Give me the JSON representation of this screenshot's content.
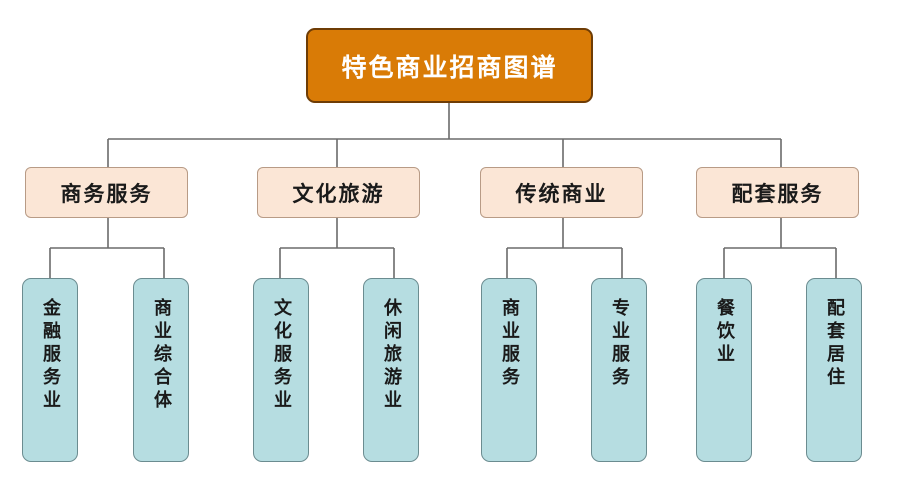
{
  "diagram": {
    "root": {
      "label": "特色商业招商图谱"
    },
    "categories": [
      {
        "label": "商务服务",
        "children": [
          {
            "label": "金融服务业"
          },
          {
            "label": "商业综合体"
          }
        ]
      },
      {
        "label": "文化旅游",
        "children": [
          {
            "label": "文化服务业"
          },
          {
            "label": "休闲旅游业"
          }
        ]
      },
      {
        "label": "传统商业",
        "children": [
          {
            "label": "商业服务"
          },
          {
            "label": "专业服务"
          }
        ]
      },
      {
        "label": "配套服务",
        "children": [
          {
            "label": "餐饮业"
          },
          {
            "label": "配套居住"
          }
        ]
      }
    ]
  },
  "colors": {
    "root_fill": "#d97b06",
    "root_border": "#6e3c05",
    "root_text": "#ffffff",
    "category_fill": "#fbe6d6",
    "leaf_fill": "#b6dde1",
    "connector": "#6b6b6b"
  }
}
